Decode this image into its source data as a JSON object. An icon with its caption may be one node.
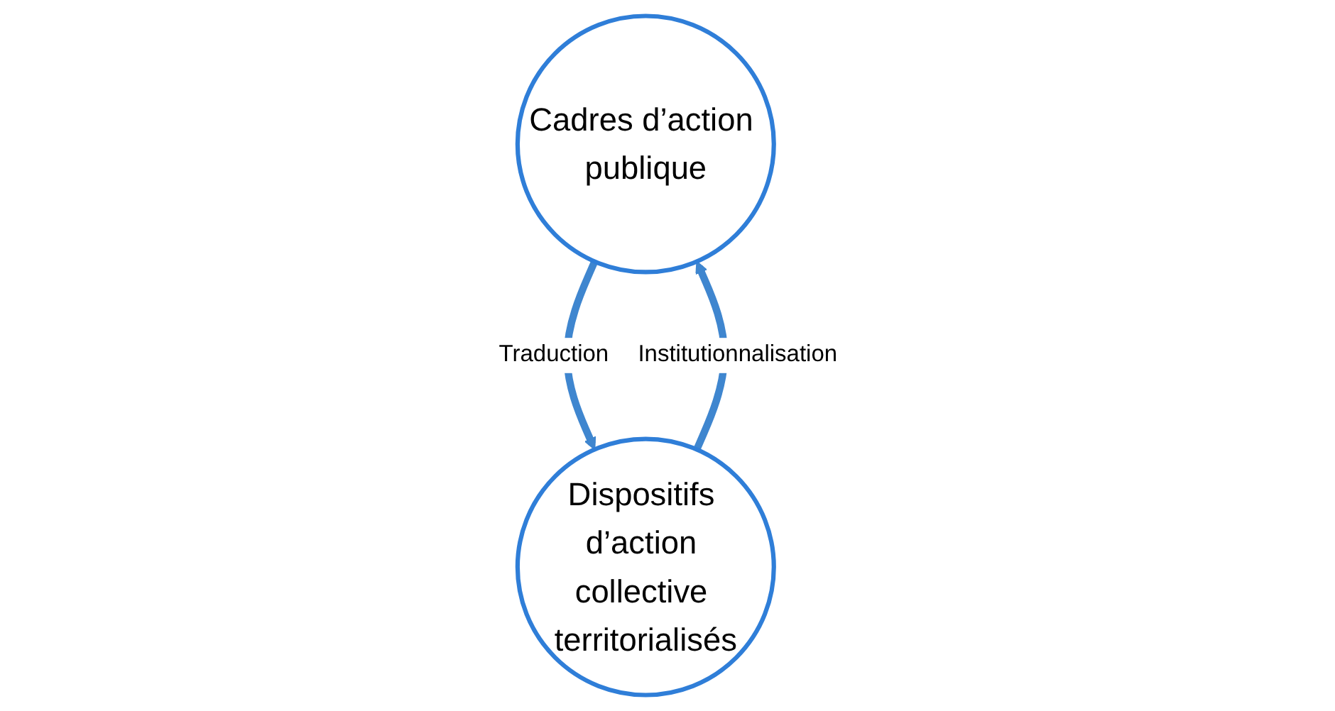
{
  "diagram": {
    "nodes": [
      {
        "text": [
          "Cadres d’action publique"
        ]
      },
      {
        "text": [
          "Dispositifs d’action collective territorialisés"
        ]
      }
    ],
    "edges": [
      {
        "from": 0,
        "to": 1,
        "arrow": "to",
        "label": "Traduction"
      },
      {
        "from": 1,
        "to": 0,
        "arrow": "to",
        "label": "Institutionnalisation"
      }
    ]
  }
}
